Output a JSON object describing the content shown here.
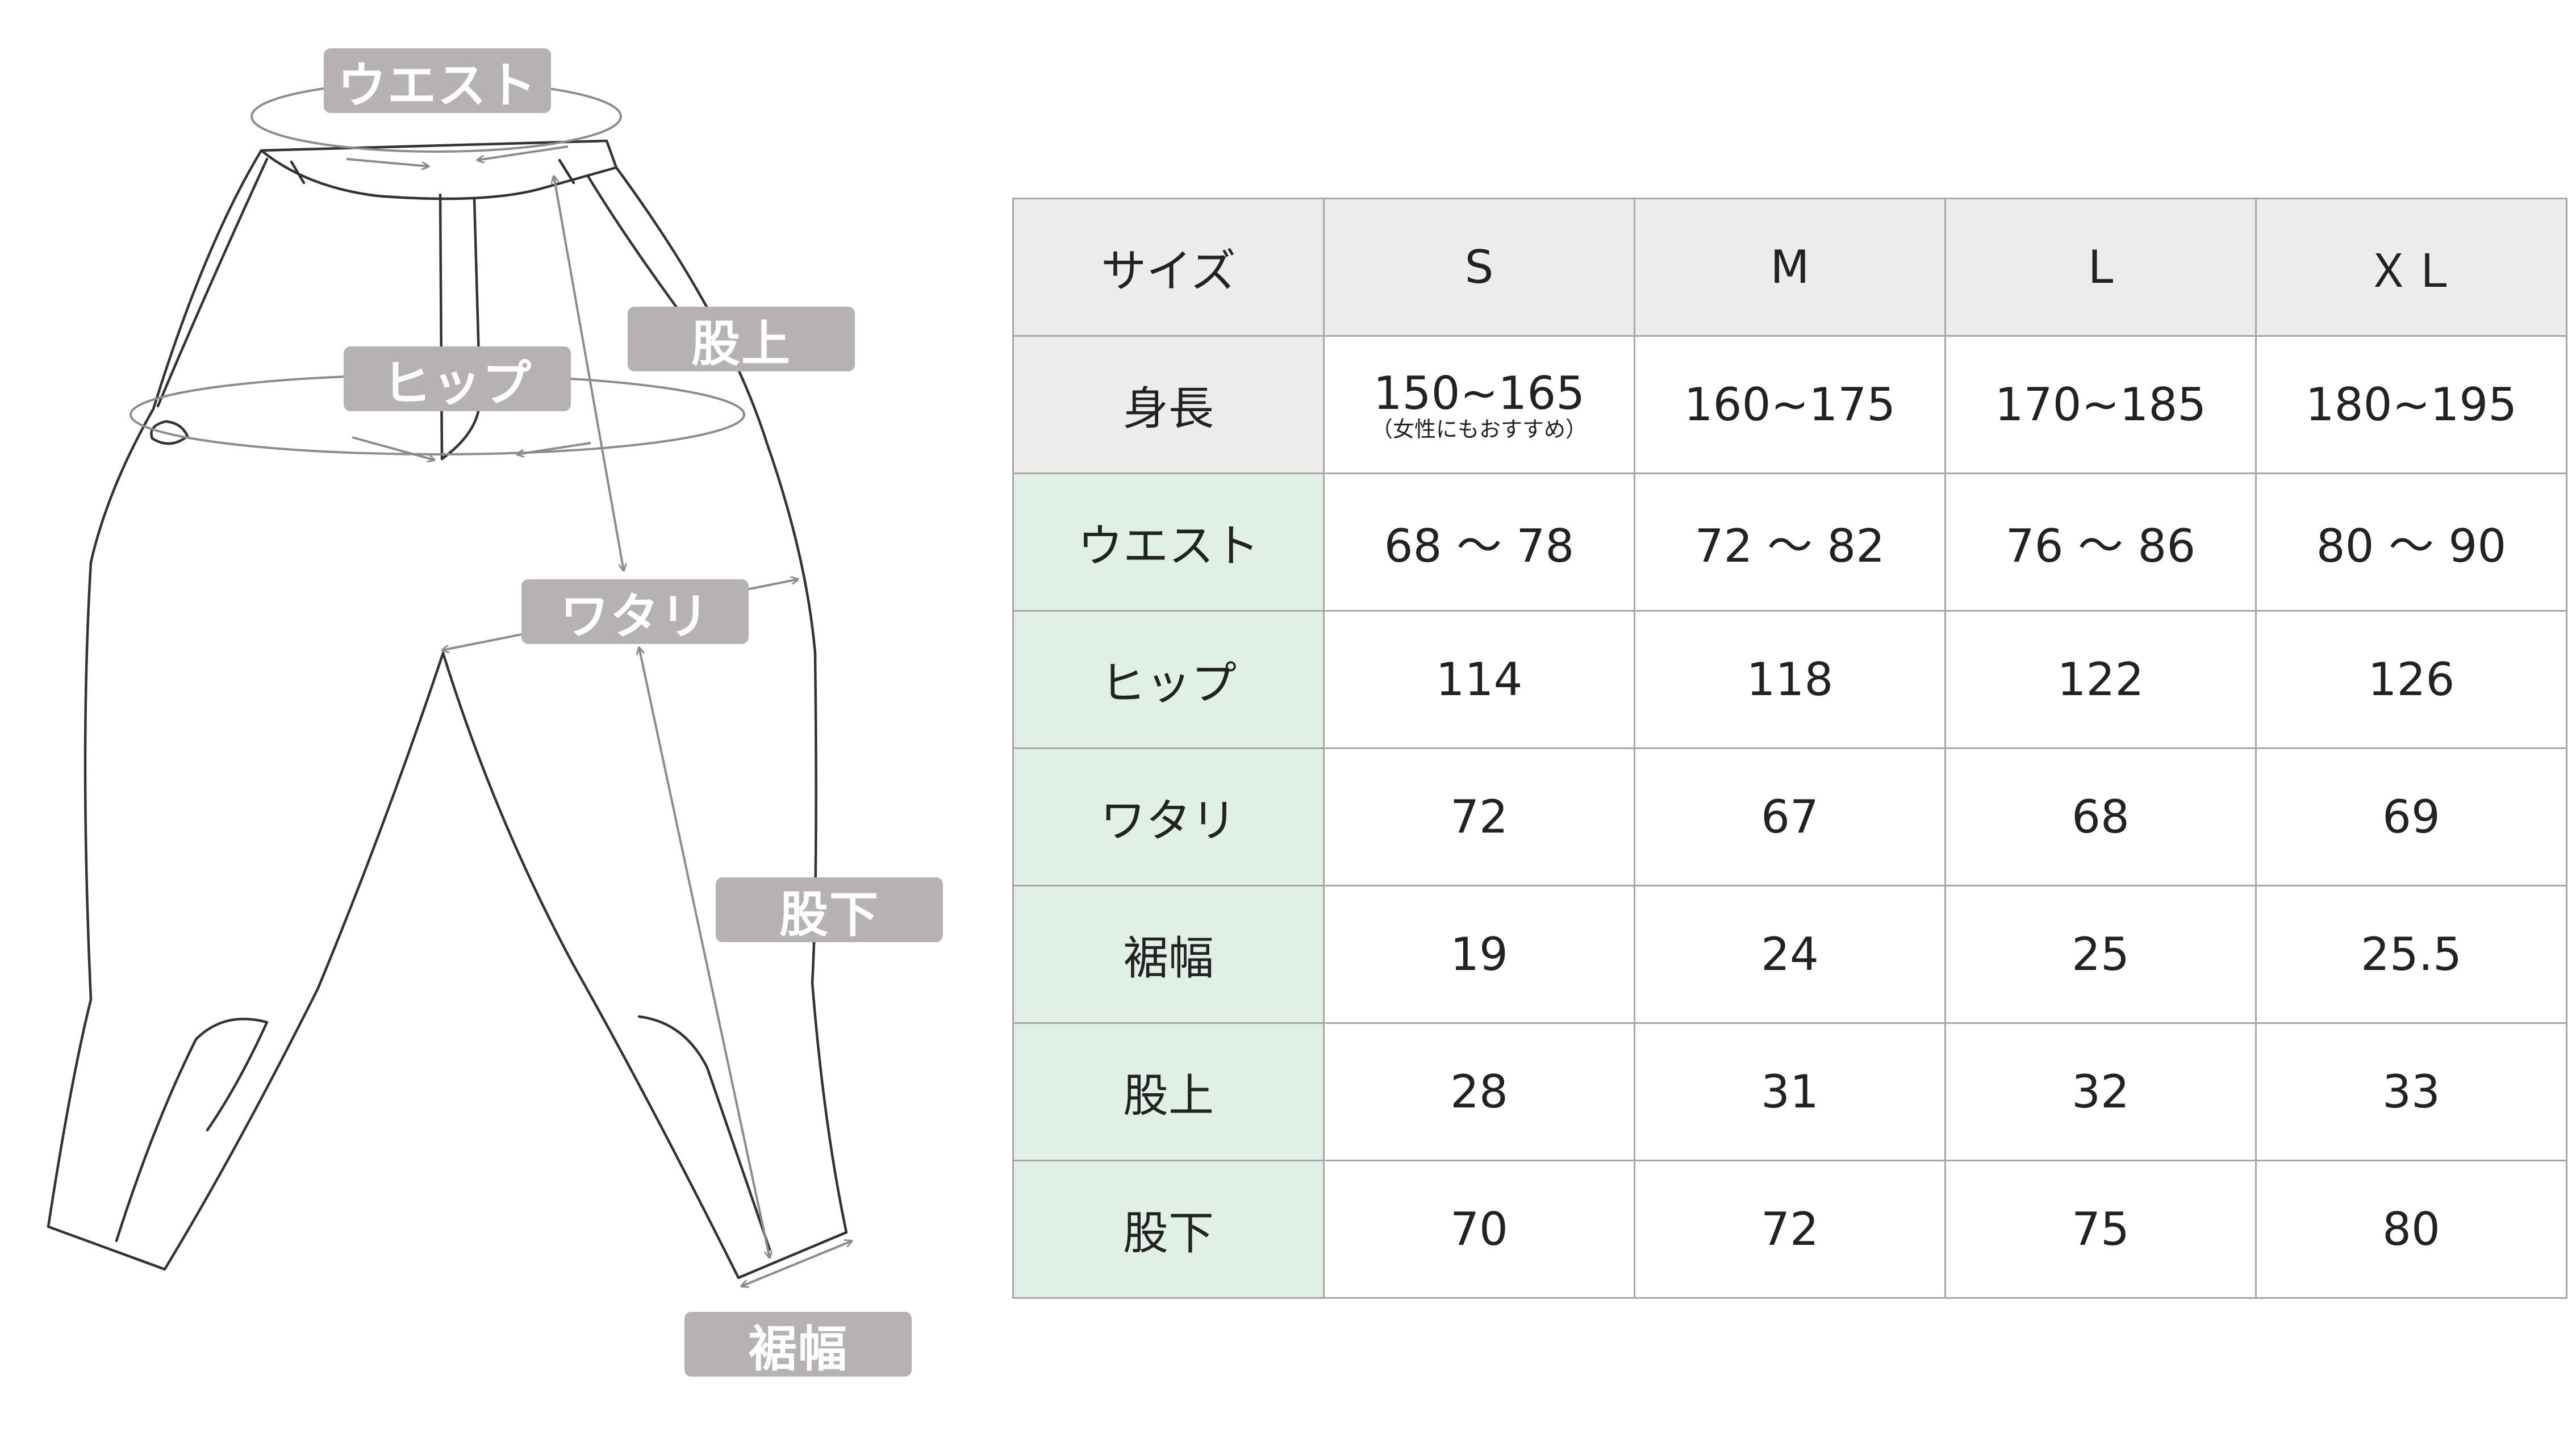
{
  "diagram": {
    "labels": {
      "waist": "ウエスト",
      "hip": "ヒップ",
      "rise": "股上",
      "thigh": "ワタリ",
      "inseam": "股下",
      "hem": "裾幅"
    },
    "colors": {
      "label_bg": "#b5b2b1",
      "arrow": "#8c8c8c",
      "outline": "#333333"
    }
  },
  "table": {
    "header": [
      "サイズ",
      "S",
      "M",
      "L",
      "ＸＬ"
    ],
    "height_row": {
      "label": "身長",
      "values": [
        "150~165",
        "160~175",
        "170~185",
        "180~195"
      ],
      "note": "（女性にもおすすめ）"
    },
    "rows": [
      {
        "label": "ウエスト",
        "values": [
          "68 ～ 78",
          "72 ～ 82",
          "76 ～ 86",
          "80 ～ 90"
        ]
      },
      {
        "label": "ヒップ",
        "values": [
          "114",
          "118",
          "122",
          "126"
        ]
      },
      {
        "label": "ワタリ",
        "values": [
          "72",
          "67",
          "68",
          "69"
        ]
      },
      {
        "label": "裾幅",
        "values": [
          "19",
          "24",
          "25",
          "25.5"
        ]
      },
      {
        "label": "股上",
        "values": [
          "28",
          "31",
          "32",
          "33"
        ]
      },
      {
        "label": "股下",
        "values": [
          "70",
          "72",
          "75",
          "80"
        ]
      }
    ],
    "colors": {
      "header_bg": "#eeeceb",
      "label_bg": "#e1f0e6",
      "border": "#a8a8a8"
    }
  }
}
